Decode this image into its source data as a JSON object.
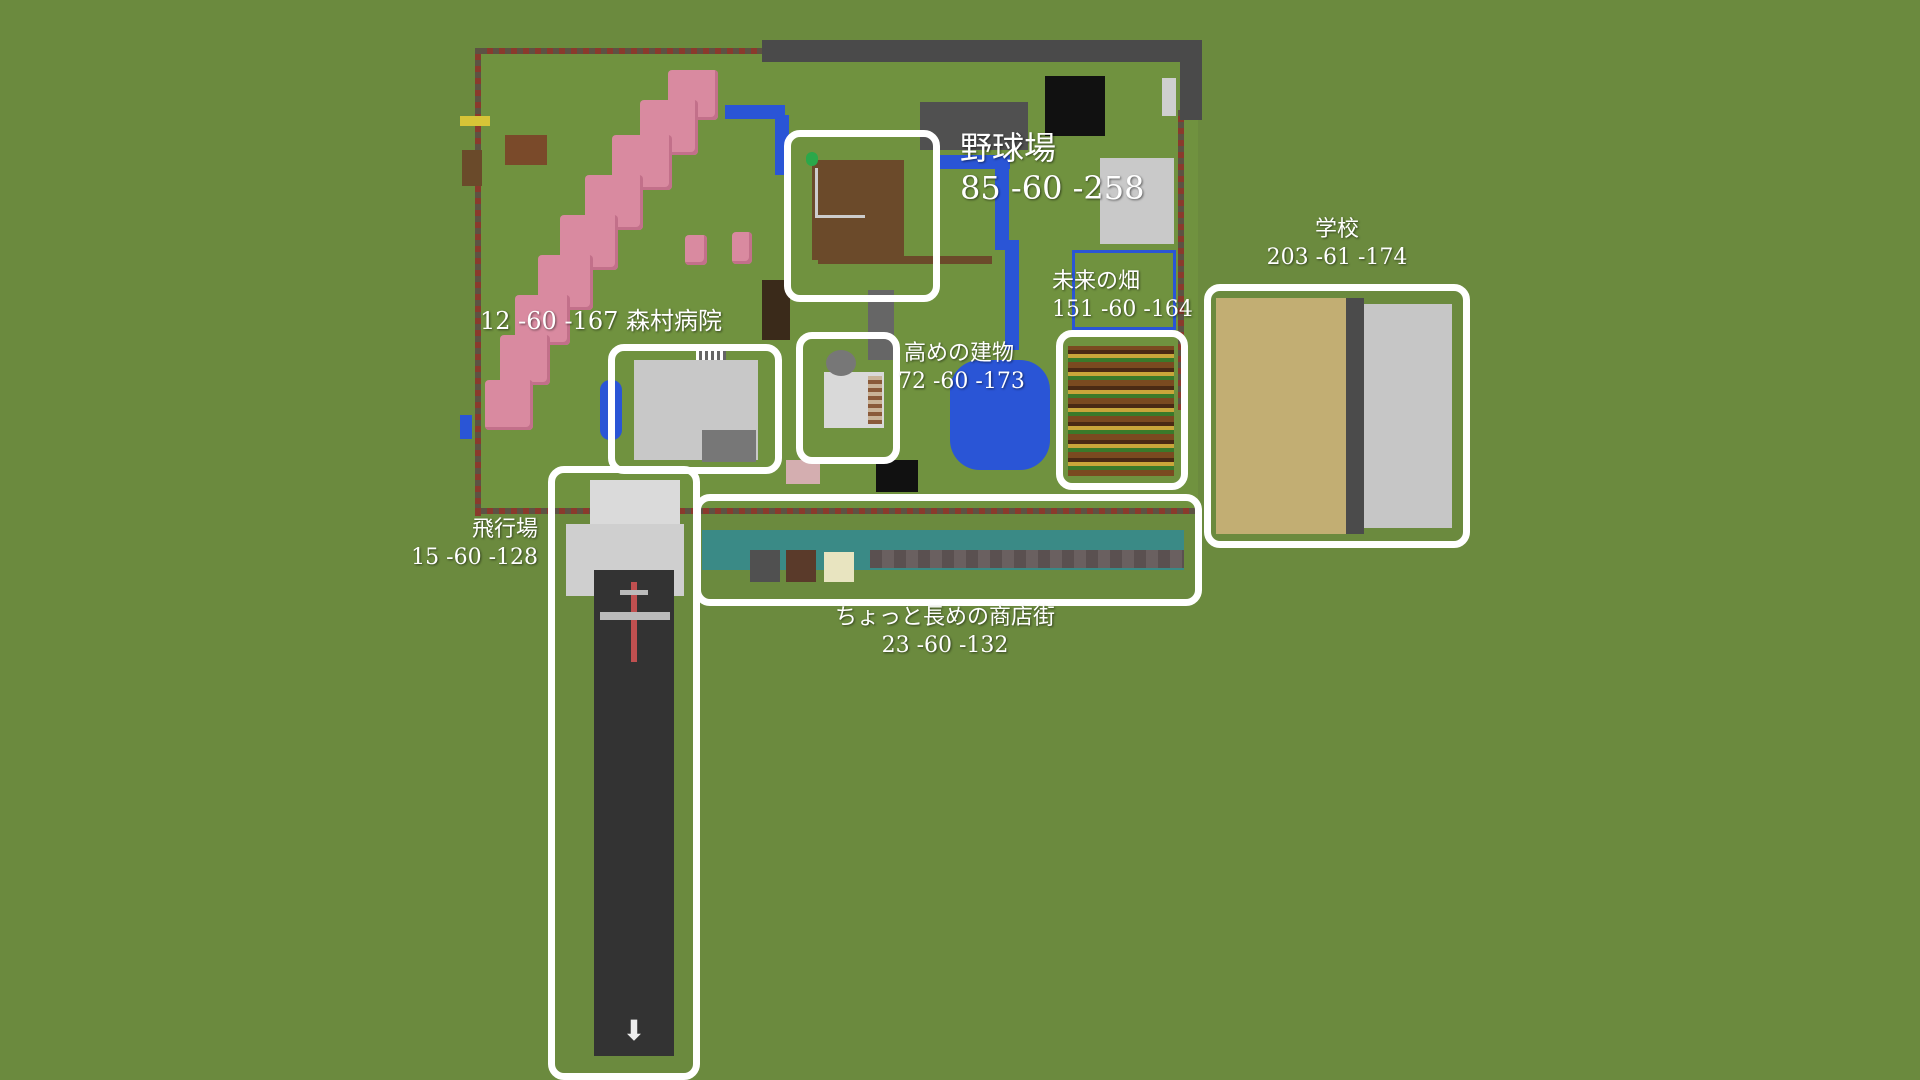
{
  "map": {
    "locations": {
      "baseball": {
        "name": "野球場",
        "coords": "85 -60 -258"
      },
      "school": {
        "name": "学校",
        "coords": "203 -61 -174"
      },
      "farm": {
        "name": "未来の畑",
        "coords": "151 -60 -164"
      },
      "hospital": {
        "name": "森村病院",
        "coords": "12 -60 -167"
      },
      "tall_building": {
        "name": "高めの建物",
        "coords": "72 -60 -173"
      },
      "airfield": {
        "name": "飛行場",
        "coords": "15 -60 -128"
      },
      "shopping_street": {
        "name": "ちょっと長めの商店街",
        "coords": "23 -60 -132"
      }
    },
    "colors": {
      "grass": "#6b8a3e",
      "frame": "#ffffff",
      "river": "#2a55d6",
      "cherry_tree": "#d98aa0",
      "runway": "#333333"
    }
  }
}
